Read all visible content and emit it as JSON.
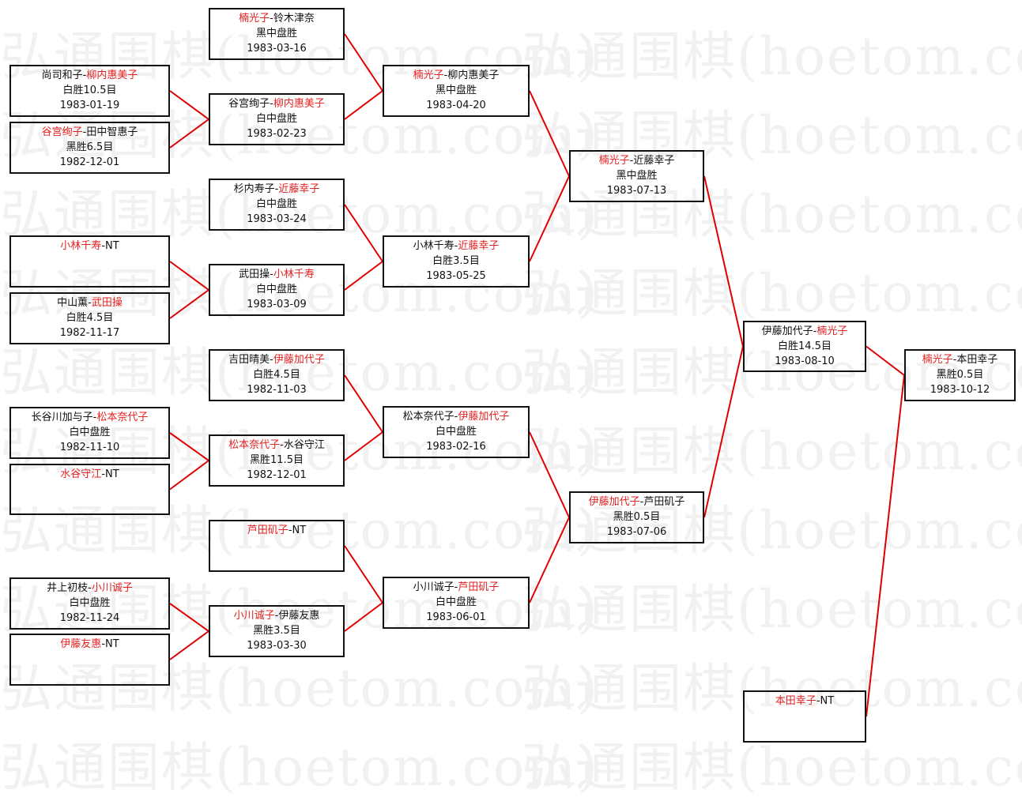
{
  "watermark": "弘通围棋(hoetom.com)",
  "colors": {
    "winner": "#e32222",
    "line": "#e00000",
    "border": "#111111"
  },
  "bye_label": "NT",
  "matches": [
    {
      "id": "r1-1",
      "p1": "尚司和子",
      "p2": "柳内惠美子",
      "winner": 2,
      "result": "白胜10.5目",
      "date": "1983-01-19"
    },
    {
      "id": "r1-2",
      "p1": "谷宫绚子",
      "p2": "田中智惠子",
      "winner": 1,
      "result": "黑胜6.5目",
      "date": "1982-12-01"
    },
    {
      "id": "r1-3",
      "p1": "小林千寿",
      "p2": "NT",
      "winner": 1,
      "result": "",
      "date": ""
    },
    {
      "id": "r1-4",
      "p1": "中山薰",
      "p2": "武田操",
      "winner": 2,
      "result": "白胜4.5目",
      "date": "1982-11-17"
    },
    {
      "id": "r1-5",
      "p1": "长谷川加与子",
      "p2": "松本奈代子",
      "winner": 2,
      "result": "白中盘胜",
      "date": "1982-11-10"
    },
    {
      "id": "r1-6",
      "p1": "水谷守江",
      "p2": "NT",
      "winner": 1,
      "result": "",
      "date": ""
    },
    {
      "id": "r1-7",
      "p1": "井上初枝",
      "p2": "小川诚子",
      "winner": 2,
      "result": "白中盘胜",
      "date": "1982-11-24"
    },
    {
      "id": "r1-8",
      "p1": "伊藤友惠",
      "p2": "NT",
      "winner": 1,
      "result": "",
      "date": ""
    },
    {
      "id": "r2-1",
      "p1": "楠光子",
      "p2": "铃木津奈",
      "winner": 1,
      "result": "黑中盘胜",
      "date": "1983-03-16"
    },
    {
      "id": "r2-2",
      "p1": "谷宫绚子",
      "p2": "柳内惠美子",
      "winner": 2,
      "result": "白中盘胜",
      "date": "1983-02-23"
    },
    {
      "id": "r2-3",
      "p1": "杉内寿子",
      "p2": "近藤幸子",
      "winner": 2,
      "result": "白中盘胜",
      "date": "1983-03-24"
    },
    {
      "id": "r2-4",
      "p1": "武田操",
      "p2": "小林千寿",
      "winner": 2,
      "result": "白中盘胜",
      "date": "1983-03-09"
    },
    {
      "id": "r2-5",
      "p1": "吉田晴美",
      "p2": "伊藤加代子",
      "winner": 2,
      "result": "白胜4.5目",
      "date": "1982-11-03"
    },
    {
      "id": "r2-6",
      "p1": "松本奈代子",
      "p2": "水谷守江",
      "winner": 1,
      "result": "黑胜11.5目",
      "date": "1982-12-01"
    },
    {
      "id": "r2-7",
      "p1": "芦田矶子",
      "p2": "NT",
      "winner": 1,
      "result": "",
      "date": ""
    },
    {
      "id": "r2-8",
      "p1": "小川诚子",
      "p2": "伊藤友惠",
      "winner": 1,
      "result": "黑胜3.5目",
      "date": "1983-03-30"
    },
    {
      "id": "r3-1",
      "p1": "楠光子",
      "p2": "柳内惠美子",
      "winner": 1,
      "result": "黑中盘胜",
      "date": "1983-04-20"
    },
    {
      "id": "r3-2",
      "p1": "小林千寿",
      "p2": "近藤幸子",
      "winner": 2,
      "result": "白胜3.5目",
      "date": "1983-05-25"
    },
    {
      "id": "r3-3",
      "p1": "松本奈代子",
      "p2": "伊藤加代子",
      "winner": 2,
      "result": "白中盘胜",
      "date": "1983-02-16"
    },
    {
      "id": "r3-4",
      "p1": "小川诚子",
      "p2": "芦田矶子",
      "winner": 2,
      "result": "白中盘胜",
      "date": "1983-06-01"
    },
    {
      "id": "r4-1",
      "p1": "楠光子",
      "p2": "近藤幸子",
      "winner": 1,
      "result": "黑中盘胜",
      "date": "1983-07-13"
    },
    {
      "id": "r4-2",
      "p1": "伊藤加代子",
      "p2": "芦田矶子",
      "winner": 1,
      "result": "黑胜0.5目",
      "date": "1983-07-06"
    },
    {
      "id": "r5-1",
      "p1": "伊藤加代子",
      "p2": "楠光子",
      "winner": 2,
      "result": "白胜14.5目",
      "date": "1983-08-10"
    },
    {
      "id": "r5-2",
      "p1": "本田幸子",
      "p2": "NT",
      "winner": 1,
      "result": "",
      "date": ""
    },
    {
      "id": "final",
      "p1": "楠光子",
      "p2": "本田幸子",
      "winner": 1,
      "result": "黑胜0.5目",
      "date": "1983-10-12"
    }
  ]
}
